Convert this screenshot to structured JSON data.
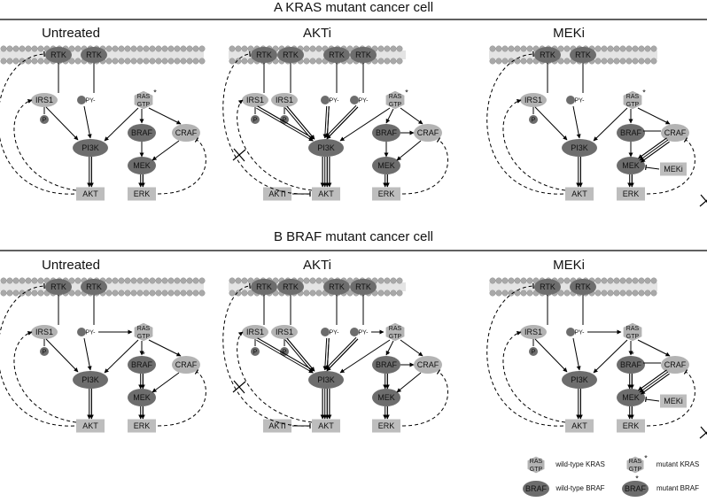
{
  "header_a": "A   KRAS mutant cancer cell",
  "header_b": "B   BRAF mutant cancer cell",
  "conditions": [
    "Untreated",
    "AKTi",
    "MEKi"
  ],
  "labels": {
    "rtk": "RTK",
    "irs1": "IRS1",
    "p": "P",
    "py": "PY-",
    "ras_top": "RAS",
    "ras_bottom": "GTP",
    "pi3k": "PI3K",
    "braf": "BRAF",
    "craf": "CRAF",
    "mek": "MEK",
    "akt": "AKT",
    "erk": "ERK",
    "akti": "AKTi",
    "meki": "MEKi",
    "star": "*"
  },
  "legend": {
    "wt_kras": "wild-type KRAS",
    "mut_kras": "mutant KRAS",
    "wt_braf": "wild-type BRAF",
    "mut_braf": "mutant BRAF"
  },
  "colors": {
    "membrane": "#a9a9a9",
    "dark_node": "#6d6d6d",
    "light_node": "#b3b3b3",
    "box": "#bdbdbd",
    "line": "#000000"
  }
}
